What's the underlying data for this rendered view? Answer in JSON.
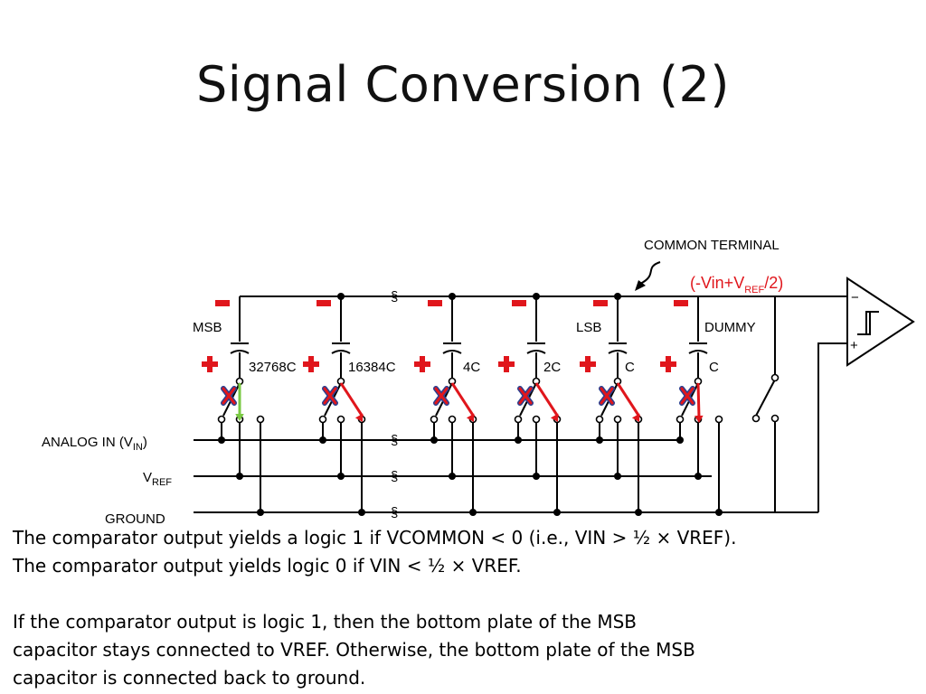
{
  "slide": {
    "title": "Signal Conversion (2)"
  },
  "diagram": {
    "common_terminal_label": "COMMON TERMINAL",
    "vcommon_prefix": "(-Vin+V",
    "vcommon_sub": "REF",
    "vcommon_suffix": "/2)",
    "msb_label": "MSB",
    "lsb_label": "LSB",
    "dummy_label": "DUMMY",
    "capacitor_labels": [
      "32768C",
      "16384C",
      "4C",
      "2C",
      "C",
      "C"
    ],
    "analog_in_prefix": "ANALOG IN (V",
    "analog_in_sub": "IN",
    "analog_in_suffix": ")",
    "vref_prefix": "V",
    "vref_sub": "REF",
    "ground_label": "GROUND",
    "comparator_minus": "−",
    "comparator_plus": "+",
    "break_mark": "§",
    "colors": {
      "plus_sign": "#e0161c",
      "minus_sign": "#e0161c",
      "x_mark_fill": "#e0161c",
      "x_mark_outline": "#2a3f8f",
      "red_arrow": "#e0161c",
      "green_arrow": "#7ac943",
      "vcommon_text": "#e0161c"
    }
  },
  "body": {
    "line1": "The comparator output yields a logic 1 if VCOMMON < 0 (i.e., VIN > ½ × VREF).",
    "line2": "The comparator output yields logic 0 if VIN < ½ × VREF.",
    "line3": "If the comparator output is logic 1, then the bottom plate of the MSB",
    "line4": "capacitor stays connected to VREF. Otherwise, the bottom plate of the MSB",
    "line5": "capacitor is connected back to ground."
  }
}
